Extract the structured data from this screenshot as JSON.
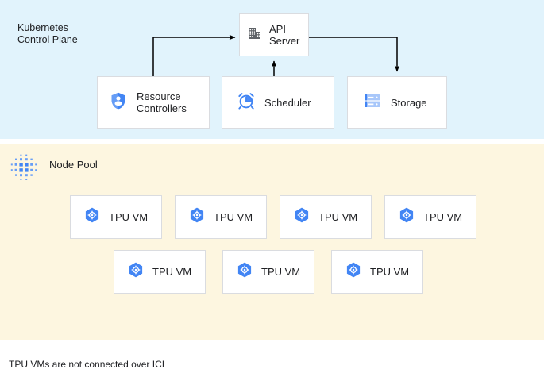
{
  "control_plane": {
    "title": "Kubernetes\nControl Plane",
    "background_color": "#e1f3fc",
    "nodes": [
      {
        "id": "api-server",
        "label": "API\nServer",
        "icon": "building-icon"
      },
      {
        "id": "resource-controllers",
        "label": "Resource\nControllers",
        "icon": "shield-person-icon"
      },
      {
        "id": "scheduler",
        "label": "Scheduler",
        "icon": "alarm-clock-icon"
      },
      {
        "id": "storage",
        "label": "Storage",
        "icon": "server-rack-icon"
      }
    ],
    "connections": [
      {
        "from": "resource-controllers",
        "to": "api-server",
        "style": "elbow-up-right"
      },
      {
        "from": "scheduler",
        "to": "api-server",
        "style": "straight-up"
      },
      {
        "from": "api-server",
        "to": "storage",
        "style": "elbow-right-down"
      }
    ]
  },
  "node_pool": {
    "title": "Node Pool",
    "icon": "node-pool-dots-icon",
    "background_color": "#fdf6e0",
    "rows": [
      [
        {
          "label": "TPU VM",
          "icon": "tpu-hexagon-icon"
        },
        {
          "label": "TPU VM",
          "icon": "tpu-hexagon-icon"
        },
        {
          "label": "TPU VM",
          "icon": "tpu-hexagon-icon"
        },
        {
          "label": "TPU VM",
          "icon": "tpu-hexagon-icon"
        }
      ],
      [
        {
          "label": "TPU VM",
          "icon": "tpu-hexagon-icon"
        },
        {
          "label": "TPU VM",
          "icon": "tpu-hexagon-icon"
        },
        {
          "label": "TPU VM",
          "icon": "tpu-hexagon-icon"
        }
      ]
    ]
  },
  "caption": "TPU VMs are not connected over ICI",
  "colors": {
    "accent_blue": "#4285f4",
    "icon_blue": "#669df6",
    "card_border": "#dadce0",
    "text": "#202124",
    "arrow": "#000000"
  }
}
